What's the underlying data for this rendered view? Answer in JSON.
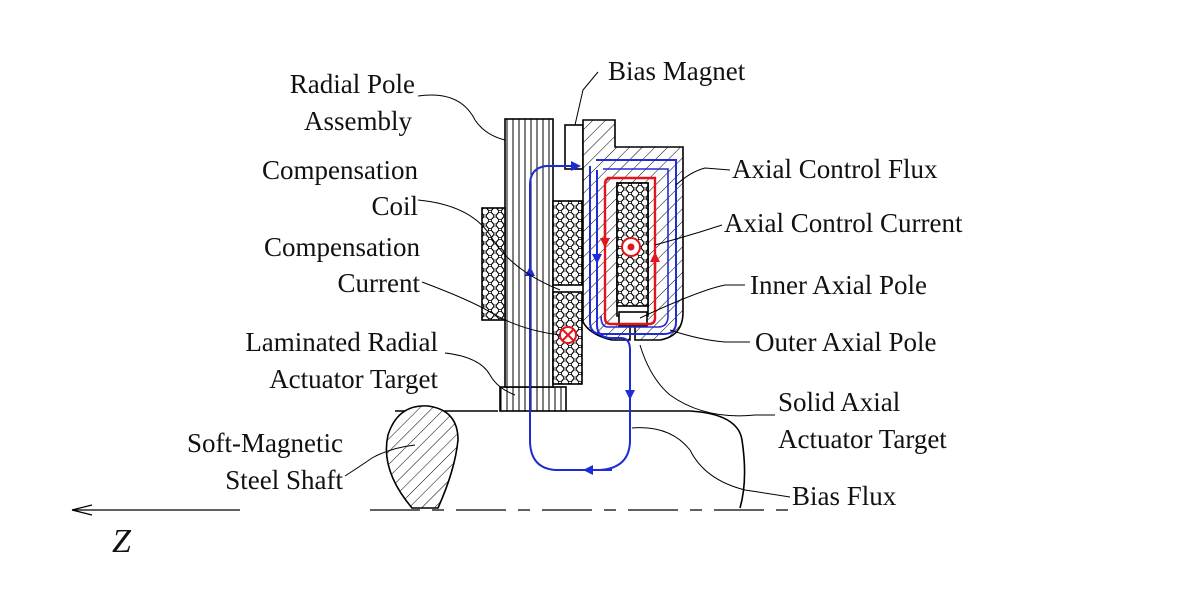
{
  "labels": {
    "radial_pole_1": "Radial Pole",
    "radial_pole_2": "Assembly",
    "compensation_coil_1": "Compensation",
    "compensation_coil_2": "Coil",
    "compensation_current_1": "Compensation",
    "compensation_current_2": "Current",
    "laminated_target_1": "Laminated Radial",
    "laminated_target_2": "Actuator Target",
    "shaft_1": "Soft-Magnetic",
    "shaft_2": "Steel Shaft",
    "bias_magnet": "Bias Magnet",
    "axial_control_flux": "Axial Control Flux",
    "axial_control_current": "Axial Control Current",
    "inner_axial_pole": "Inner Axial Pole",
    "outer_axial_pole": "Outer Axial Pole",
    "solid_target_1": "Solid Axial",
    "solid_target_2": "Actuator Target",
    "bias_flux": "Bias Flux",
    "axis": "Z"
  },
  "colors": {
    "bias_flux": "#1f2bd6",
    "control_flux": "#e3141c",
    "current_symbol": "#e3141c",
    "outline": "#000000"
  },
  "icons": {
    "current_out": "dot-in-circle-icon",
    "current_in": "cross-in-circle-icon"
  }
}
